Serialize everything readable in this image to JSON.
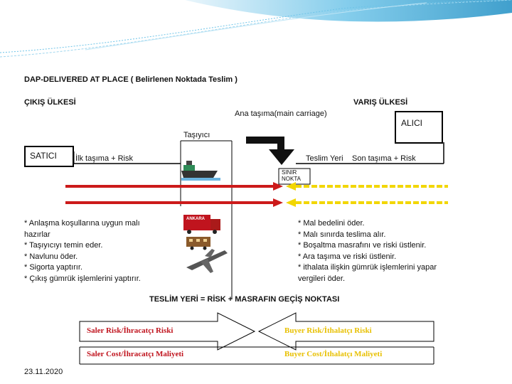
{
  "title": "DAP-DELIVERED AT PLACE ( Belirlenen Noktada Teslim )",
  "export_country": "ÇIKIŞ ÜLKESİ",
  "import_country": "VARIŞ ÜLKESİ",
  "main_carriage": "Ana taşıma(main carriage)",
  "carrier": "Taşıyıcı",
  "seller": "SATICI",
  "buyer": "ALICI",
  "first_carriage": "İlk taşıma + Risk",
  "delivery_place": "Teslim Yeri",
  "last_carriage": "Son taşıma + Risk",
  "border_point": [
    "SINIR",
    "NOKTA"
  ],
  "truck_label": "ANKARA",
  "seller_duties": [
    "* Anlaşma koşullarına uygun malı",
    "hazırlar",
    "* Taşıyıcıyı temin eder.",
    "* Navlunu öder.",
    "* Sigorta yaptırır.",
    "* Çıkış gümrük işlemlerini yaptırır."
  ],
  "buyer_duties": [
    "* Mal bedelini öder.",
    "* Malı sınırda teslima alır.",
    "* Boşaltma masrafını ve riski üstlenir.",
    "* Ara taşıma ve riski üstlenir.",
    "* ithalata ilişkin gümrük işlemlerini yapar",
    "vergileri öder."
  ],
  "transfer_point": "TESLİM YERİ = RİSK + MASRAFIN GEÇİŞ NOKTASI",
  "seller_risk": "Saler Risk/İhracatçı Riski",
  "buyer_risk": "Buyer Risk/İthalatçı Riski",
  "seller_cost": "Saler Cost/İhracatçı Maliyeti",
  "buyer_cost": "Buyer Cost/İthalatçı Maliyeti",
  "date": "23.11.2020",
  "colors": {
    "red_arrow": "#cc1a1a",
    "yellow_arrow": "#f2d600",
    "seller_text": "#c0141e",
    "buyer_text": "#e8c000",
    "wave": "#2aa6d6"
  }
}
